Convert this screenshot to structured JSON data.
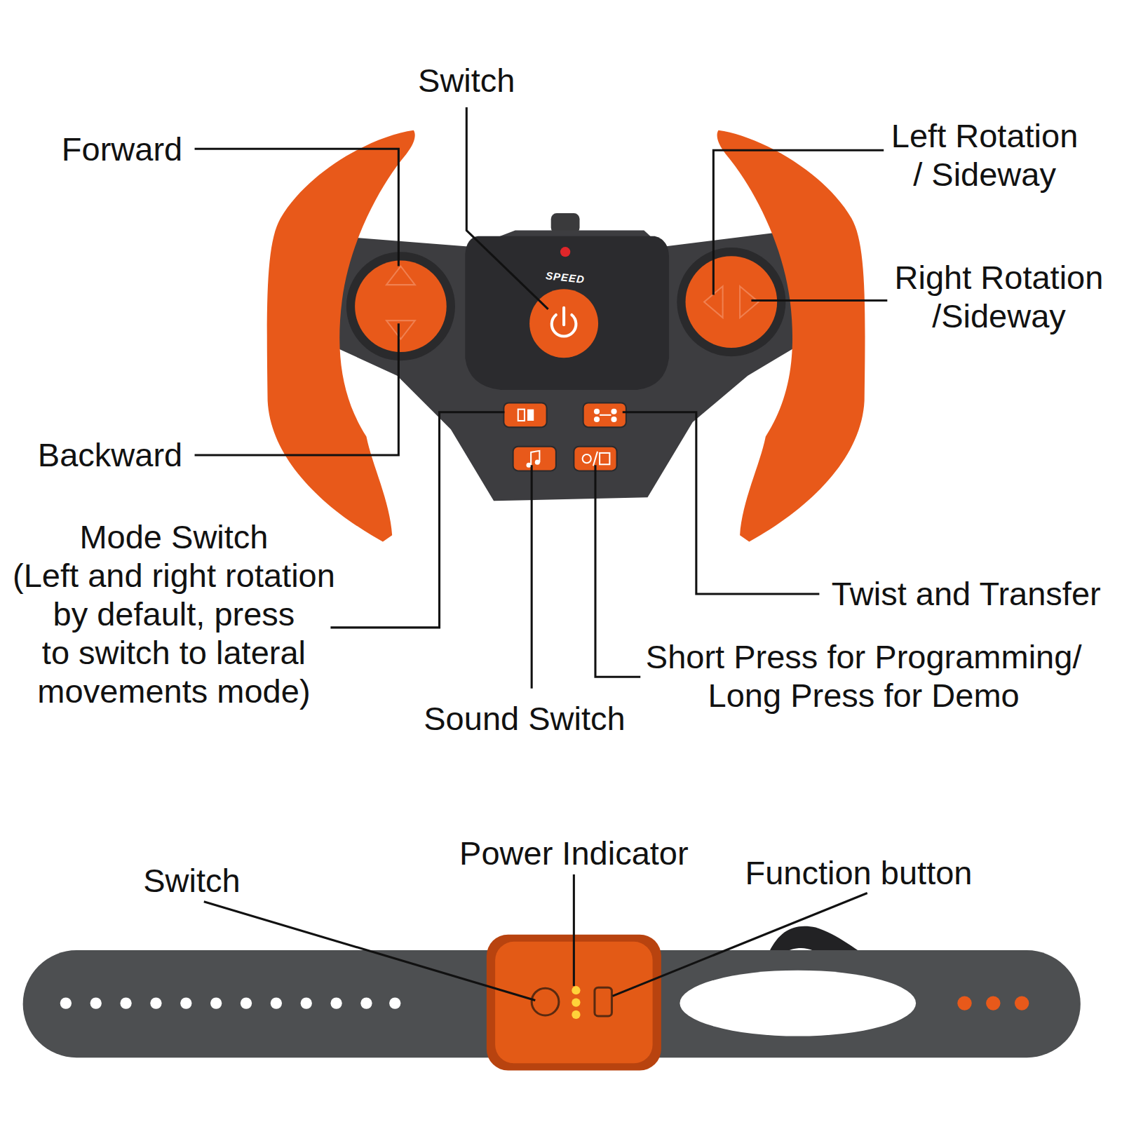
{
  "diagram": {
    "labels": [
      "Switch",
      "Forward",
      "Left Rotation / Sideway",
      "Right Rotation /Sideway",
      "Backward",
      "Mode Switch (Left and right rotation by default, press to switch to lateral movements mode)",
      "Twist and Transfer",
      "Short Press for Programming/ Long Press for Demo",
      "Sound Switch",
      "SPEED",
      "Switch",
      "Power Indicator",
      "Function button"
    ]
  }
}
